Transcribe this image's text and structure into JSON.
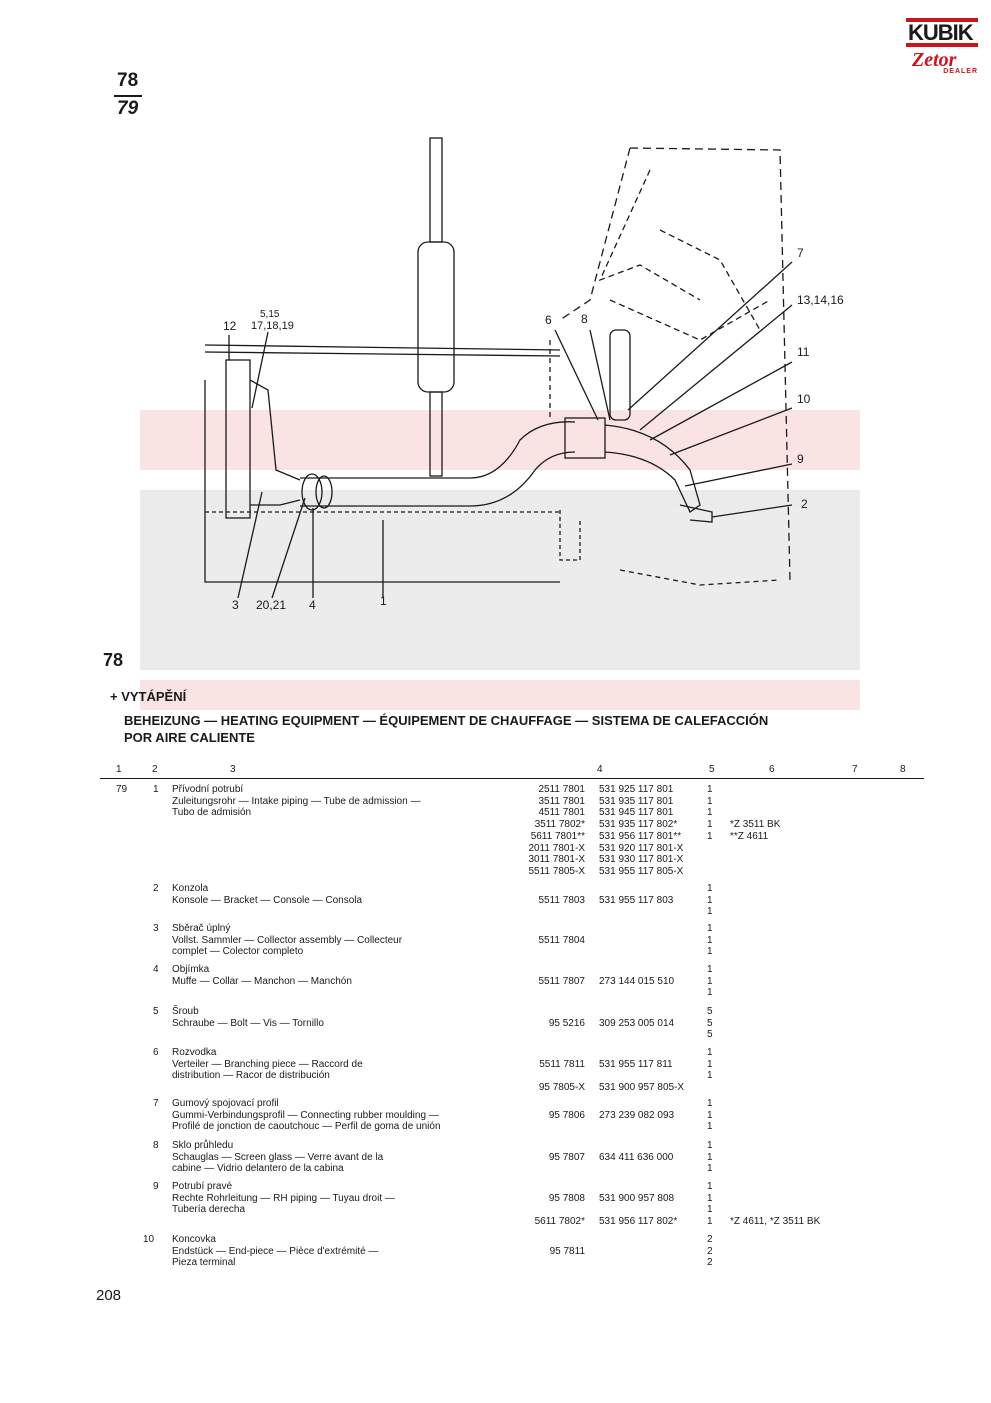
{
  "brand": {
    "name": "KUBIK",
    "sub": "Zetor",
    "tag": "DEALER"
  },
  "figure_numbers": {
    "top": "78",
    "bottom": "79",
    "caption": "78"
  },
  "callouts": {
    "c12": "12",
    "c515": "5,15",
    "c171819": "17,18,19",
    "c6": "6",
    "c8": "8",
    "c7": "7",
    "c131416": "13,14,16",
    "c11": "11",
    "c10": "10",
    "c9": "9",
    "c2": "2",
    "c3": "3",
    "c2021": "20,21",
    "c4": "4",
    "c1": "1"
  },
  "heading": {
    "line1": "+ VYTÁPĚNÍ",
    "line2": "BEHEIZUNG — HEATING EQUIPMENT — ÉQUIPEMENT DE CHAUFFAGE — SISTEMA DE CALEFACCIÓN",
    "line3": "POR AIRE CALIENTE"
  },
  "columns": [
    "1",
    "2",
    "3",
    "4",
    "5",
    "6",
    "7",
    "8"
  ],
  "group": "79",
  "rows": [
    {
      "pos": "1",
      "desc": [
        "Přívodní potrubí",
        "Zuleitungsrohr — Intake piping — Tube de admission —",
        "Tubo de admisión"
      ],
      "refs": [
        "2511 7801",
        "3511 7801",
        "4511 7801",
        "3511 7802*",
        "5611 7801**",
        "2011 7801-X",
        "3011 7801-X",
        "5511 7805-X"
      ],
      "parts": [
        "531 925 117 801",
        "531 935 117 801",
        "531 945 117 801",
        "531 935 117 802*",
        "531 956 117 801**",
        "531 920 117 801-X",
        "531 930 117 801-X",
        "531 955 117 805-X"
      ],
      "qty": [
        "1",
        "1",
        "1",
        "1",
        "1"
      ],
      "notes": [
        "",
        "",
        "",
        "*Z 3511 BK",
        "**Z 4611"
      ]
    },
    {
      "pos": "2",
      "desc": [
        "Konzola",
        "Konsole — Bracket — Console — Consola"
      ],
      "refs": [
        "",
        "5511 7803"
      ],
      "parts": [
        "",
        "531 955 117 803"
      ],
      "qty": [
        "1",
        "1",
        "1"
      ],
      "notes": []
    },
    {
      "pos": "3",
      "desc": [
        "Sběrač úplný",
        "Vollst. Sammler — Collector assembly — Collecteur",
        "complet — Colector completo"
      ],
      "refs": [
        "",
        "5511 7804"
      ],
      "parts": [
        "",
        ""
      ],
      "qty": [
        "1",
        "1",
        "1"
      ],
      "notes": []
    },
    {
      "pos": "4",
      "desc": [
        "Objímka",
        "Muffe — Collar — Manchon — Manchón"
      ],
      "refs": [
        "",
        "5511 7807"
      ],
      "parts": [
        "",
        "273 144 015 510"
      ],
      "qty": [
        "1",
        "1",
        "1"
      ],
      "notes": []
    },
    {
      "pos": "5",
      "desc": [
        "Šroub",
        "Schraube — Bolt — Vis — Tornillo"
      ],
      "refs": [
        "",
        "95 5216"
      ],
      "parts": [
        "",
        "309 253 005 014"
      ],
      "qty": [
        "5",
        "5",
        "5"
      ],
      "notes": []
    },
    {
      "pos": "6",
      "desc": [
        "Rozvodka",
        "Verteiler — Branching piece — Raccord de",
        "distribution — Racor de distribución"
      ],
      "refs": [
        "",
        "5511 7811",
        "",
        "95 7805-X"
      ],
      "parts": [
        "",
        "531 955 117 811",
        "",
        "531 900 957 805-X"
      ],
      "qty": [
        "1",
        "1",
        "1"
      ],
      "notes": []
    },
    {
      "pos": "7",
      "desc": [
        "Gumový spojovací profil",
        "Gummi-Verbindungsprofil — Connecting rubber moulding —",
        "Profilé de jonction de caoutchouc — Perfil de goma de unión"
      ],
      "refs": [
        "",
        "95 7806"
      ],
      "parts": [
        "",
        "273 239 082 093"
      ],
      "qty": [
        "1",
        "1",
        "1"
      ],
      "notes": []
    },
    {
      "pos": "8",
      "desc": [
        "Sklo průhledu",
        "Schauglas — Screen glass — Verre avant de la",
        "cabine — Vidrio delantero de la cabina"
      ],
      "refs": [
        "",
        "95 7807"
      ],
      "parts": [
        "",
        "634 411 636 000"
      ],
      "qty": [
        "1",
        "1",
        "1"
      ],
      "notes": []
    },
    {
      "pos": "9",
      "desc": [
        "Potrubí pravé",
        "Rechte Rohrleitung — RH piping — Tuyau droit —",
        "Tubería derecha"
      ],
      "refs": [
        "",
        "95 7808",
        "",
        "5611 7802*"
      ],
      "parts": [
        "",
        "531 900 957 808",
        "",
        "531 956 117 802*"
      ],
      "qty": [
        "1",
        "1",
        "1",
        "1"
      ],
      "notes": [
        "",
        "",
        "",
        "*Z 4611,  *Z 3511 BK"
      ]
    },
    {
      "pos": "10",
      "desc": [
        "Koncovka",
        "Endstück — End-piece — Pièce d'extrémité —",
        "Pieza terminal"
      ],
      "refs": [
        "",
        "95 7811"
      ],
      "parts": [
        "",
        ""
      ],
      "qty": [
        "2",
        "2",
        "2"
      ],
      "notes": []
    }
  ],
  "footer": {
    "page": "208"
  }
}
